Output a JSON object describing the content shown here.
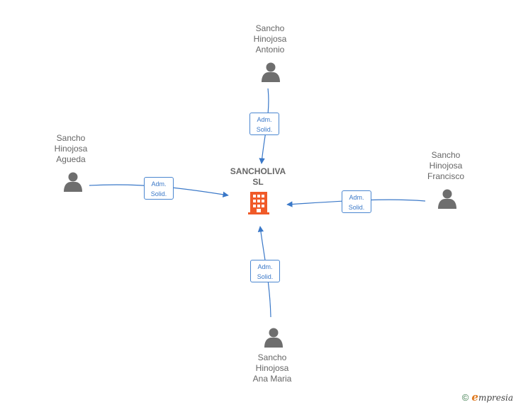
{
  "company": {
    "name_line1": "SANCHOLIVA",
    "name_line2": "SL",
    "icon": "building-icon",
    "color": "#f05a28"
  },
  "people": [
    {
      "id": "antonio",
      "lines": [
        "Sancho",
        "Hinojosa",
        "Antonio"
      ],
      "icon": "person-icon"
    },
    {
      "id": "agueda",
      "lines": [
        "Sancho",
        "Hinojosa",
        "Agueda"
      ],
      "icon": "person-icon"
    },
    {
      "id": "francisco",
      "lines": [
        "Sancho",
        "Hinojosa",
        "Francisco"
      ],
      "icon": "person-icon"
    },
    {
      "id": "ana-maria",
      "lines": [
        "Sancho",
        "Hinojosa",
        "Ana Maria"
      ],
      "icon": "person-icon"
    }
  ],
  "edges": [
    {
      "from": "antonio",
      "label_line1": "Adm.",
      "label_line2": "Solid."
    },
    {
      "from": "agueda",
      "label_line1": "Adm.",
      "label_line2": "Solid."
    },
    {
      "from": "francisco",
      "label_line1": "Adm.",
      "label_line2": "Solid."
    },
    {
      "from": "ana-maria",
      "label_line1": "Adm.",
      "label_line2": "Solid."
    }
  ],
  "footer": {
    "copyright_symbol": "©",
    "brand_initial": "e",
    "brand_rest": "mpresia"
  },
  "colors": {
    "person": "#6e6e6e",
    "edge": "#3a78c8",
    "text": "#666666"
  }
}
